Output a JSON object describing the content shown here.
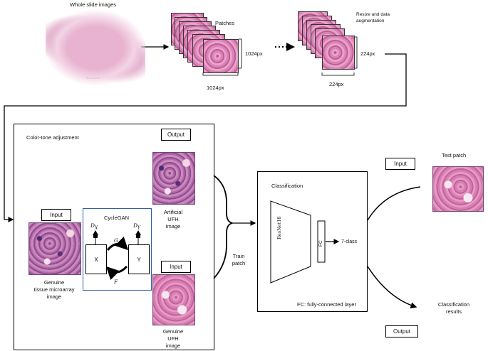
{
  "top": {
    "wsi_title": "Whole slide images",
    "patches_label": "Patches",
    "size_1024_right": "1024px",
    "size_1024_bottom": "1024px",
    "resize_label_line1": "Resize and data",
    "resize_label_line2": "augmentation",
    "size_224_right": "224px",
    "size_224_bottom": "224px"
  },
  "color_tone": {
    "title": "Color-tone adjustment",
    "output_tag": "Output",
    "input_tag_left": "Input",
    "input_tag_bottom": "Input",
    "cyclegan_title": "CycleGAN",
    "dx": "D",
    "dx_sub": "X",
    "dy": "D",
    "dy_sub": "Y",
    "node_x": "X",
    "node_y": "Y",
    "arrow_g": "G",
    "arrow_f": "F",
    "artificial_line1": "Artificial",
    "artificial_line2": "UFH",
    "artificial_line3": "image",
    "genuine_tma_line1": "Genuine",
    "genuine_tma_line2": "tissue microarray",
    "genuine_tma_line3": "image",
    "genuine_ufh_line1": "Genuine",
    "genuine_ufh_line2": "UFH",
    "genuine_ufh_line3": "image"
  },
  "train_patch_line1": "Train",
  "train_patch_line2": "patch",
  "classification": {
    "title": "Classification",
    "resnet": "ResNet18",
    "fc": "FC",
    "seven_class": "7-class",
    "footnote": "FC: fully-connected layer"
  },
  "right": {
    "input_tag": "Input",
    "test_patch": "Test patch",
    "results_line1": "Classification",
    "results_line2": "results",
    "output_tag": "Output"
  }
}
